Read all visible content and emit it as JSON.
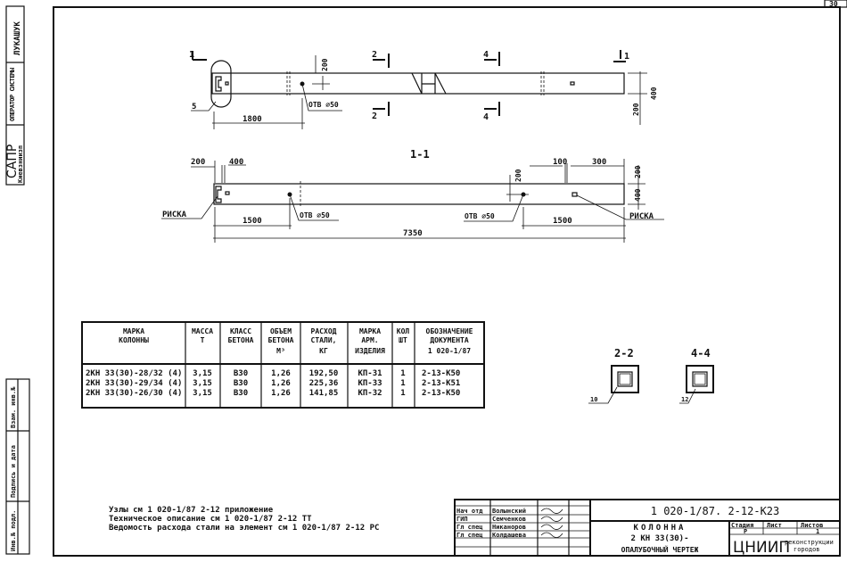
{
  "side_stamp": {
    "org_big": "САПР",
    "org_small": "Киевзниизп",
    "operator": "ОПЕРАТОР СИСТЕМЫ",
    "name": "ЛУКАШУК",
    "inv_podl": "Инв.№ подл.",
    "podpis": "Подпись и дата",
    "vzam": "Взам. инв.№"
  },
  "corner": "30",
  "plan": {
    "section_1": "1",
    "section_2": "2",
    "section_4": "4",
    "callout_5": "5",
    "hole": "ОТВ ⌀50",
    "dim_1800": "1800",
    "dim_200a": "200",
    "dim_400": "400",
    "dim_200b": "200"
  },
  "section_1_1": {
    "title": "1-1",
    "dim_200": "200",
    "dim_400": "400",
    "dim_100": "100",
    "dim_300": "300",
    "dim_200v": "200",
    "dim_200r": "200",
    "dim_400r": "400",
    "hole_left": "ОТВ ⌀50",
    "hole_right": "ОТВ ⌀50",
    "mark_left": "РИСКА",
    "mark_right": "РИСКА",
    "dim_1500l": "1500",
    "dim_1500r": "1500",
    "dim_total": "7350"
  },
  "table": {
    "headers": [
      [
        "МАРКА",
        "КОЛОННЫ"
      ],
      [
        "МАССА",
        "Т"
      ],
      [
        "КЛАСС",
        "БЕТОНА"
      ],
      [
        "ОБЪЕМ",
        "БЕТОНА",
        "М³"
      ],
      [
        "РАСХОД",
        "СТАЛИ,",
        "КГ"
      ],
      [
        "МАРКА",
        "АРМ.",
        "ИЗДЕЛИЯ"
      ],
      [
        "КОЛ",
        "ШТ"
      ],
      [
        "ОБОЗНАЧЕНИЕ",
        "ДОКУМЕНТА",
        "1 020-1/87"
      ]
    ],
    "rows": [
      [
        "2КН 33(30)-28/32 (4)",
        "3,15",
        "В30",
        "1,26",
        "192,50",
        "КП-31",
        "1",
        "2-13-К50"
      ],
      [
        "2КН 33(30)-29/34 (4)",
        "3,15",
        "В30",
        "1,26",
        "225,36",
        "КП-33",
        "1",
        "2-13-К51"
      ],
      [
        "2КН 33(30)-26/30 (4)",
        "3,15",
        "В30",
        "1,26",
        "141,85",
        "КП-32",
        "1",
        "2-13-К50"
      ]
    ]
  },
  "sections": {
    "s22": "2-2",
    "s44": "4-4",
    "s22_callout": "10",
    "s44_callout": "12"
  },
  "notes": [
    "Узлы см 1 020-1/87 2-12 приложение",
    "Техническое описание см 1 020-1/87 2-12 ТТ",
    "Ведомость расхода стали на элемент см 1 020-1/87 2-12 РС"
  ],
  "title_block": {
    "signers": [
      {
        "role": "Нач отд",
        "name": "Волынский"
      },
      {
        "role": "ГИП",
        "name": "Семченков"
      },
      {
        "role": "Гл спец",
        "name": "Никаноров"
      },
      {
        "role": "Гл спец",
        "name": "Колдашева"
      }
    ],
    "doc_number": "1 020-1/87. 2-12-К23",
    "name_line1": "КОЛОННА",
    "name_line2": "2 КН 33(30)-",
    "name_line3": "ОПАЛУБОЧНЫЙ ЧЕРТЕЖ",
    "stage_label": "Стадия",
    "sheet_label": "Лист",
    "sheets_label": "Листов",
    "stage": "Р",
    "sheets": "1",
    "org_logo": "ЦНИИП",
    "org_sub1": "реконструкции",
    "org_sub2": "городов"
  }
}
